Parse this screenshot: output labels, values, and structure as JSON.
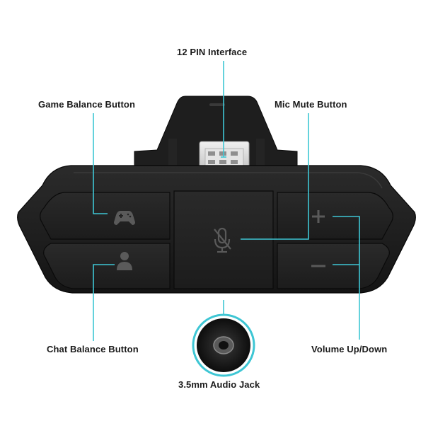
{
  "labels": {
    "pin_interface": "12 PIN Interface",
    "game_balance": "Game Balance Button",
    "mic_mute": "Mic Mute Button",
    "chat_balance": "Chat Balance Button",
    "volume": "Volume Up/Down",
    "audio_jack": "3.5mm Audio Jack"
  },
  "colors": {
    "callout": "#3ec6d4",
    "body": "#1c1c1c",
    "button": "#232323",
    "icon": "#5a5a5a",
    "connector": "#d7d7d7"
  },
  "icons": {
    "game_balance": "gamepad-icon",
    "chat_balance": "person-icon",
    "mic_mute": "mic-muted-icon",
    "volume_up": "plus-icon",
    "volume_down": "minus-icon"
  }
}
